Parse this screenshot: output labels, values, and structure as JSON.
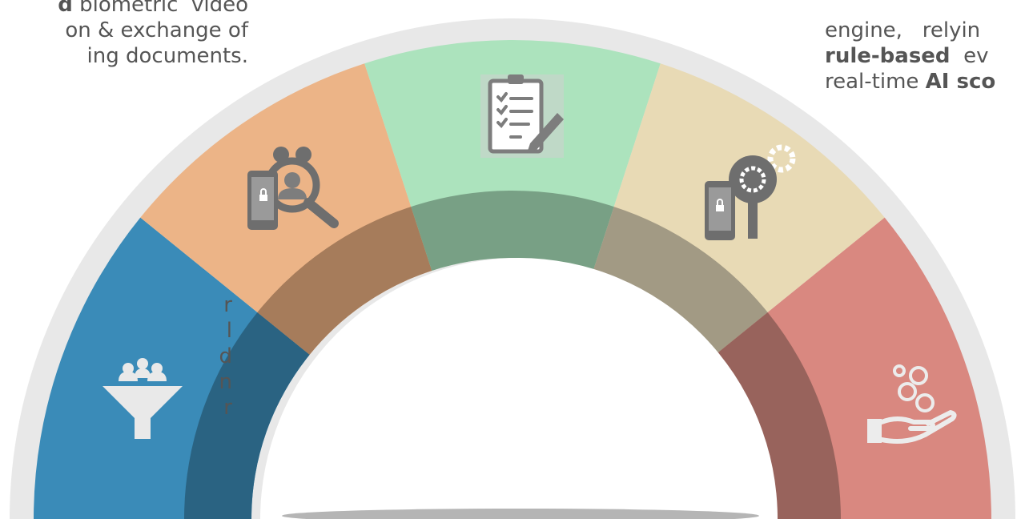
{
  "left_text": {
    "line1_bold": "d",
    "line1_rest": " biometric  video",
    "line2": "on & exchange of",
    "line3": "ing documents."
  },
  "right_text": {
    "line1": "engine,   relyin",
    "line2_bold": "rule-based",
    "line2_rest": "  ev",
    "line3_pre": "real-time ",
    "line3_bold": "AI sco"
  },
  "side_fragments": [
    "r",
    "l",
    "d",
    "n",
    "r"
  ],
  "segments": [
    {
      "name": "lead-funnel",
      "icon": "users-funnel-icon",
      "color": "#3a8bb8",
      "inner_color": "#2a6382"
    },
    {
      "name": "identity-verification",
      "icon": "phone-user-search-icon",
      "color": "#ecb487",
      "inner_color": "#a67c5b"
    },
    {
      "name": "application-checklist",
      "icon": "clipboard-checklist-icon",
      "color": "#ace3bd",
      "inner_color": "#78a085"
    },
    {
      "name": "decision-engine",
      "icon": "phone-gears-icon",
      "color": "#e8dab5",
      "inner_color": "#a29a84"
    },
    {
      "name": "loan-disbursement",
      "icon": "hand-coins-icon",
      "color": "#d98880",
      "inner_color": "#98635c"
    }
  ],
  "colors": {
    "outer_ring": "#e8e8e8",
    "icon_gray": "#7d7d7d",
    "base_shadow": "#b5b5b5"
  }
}
